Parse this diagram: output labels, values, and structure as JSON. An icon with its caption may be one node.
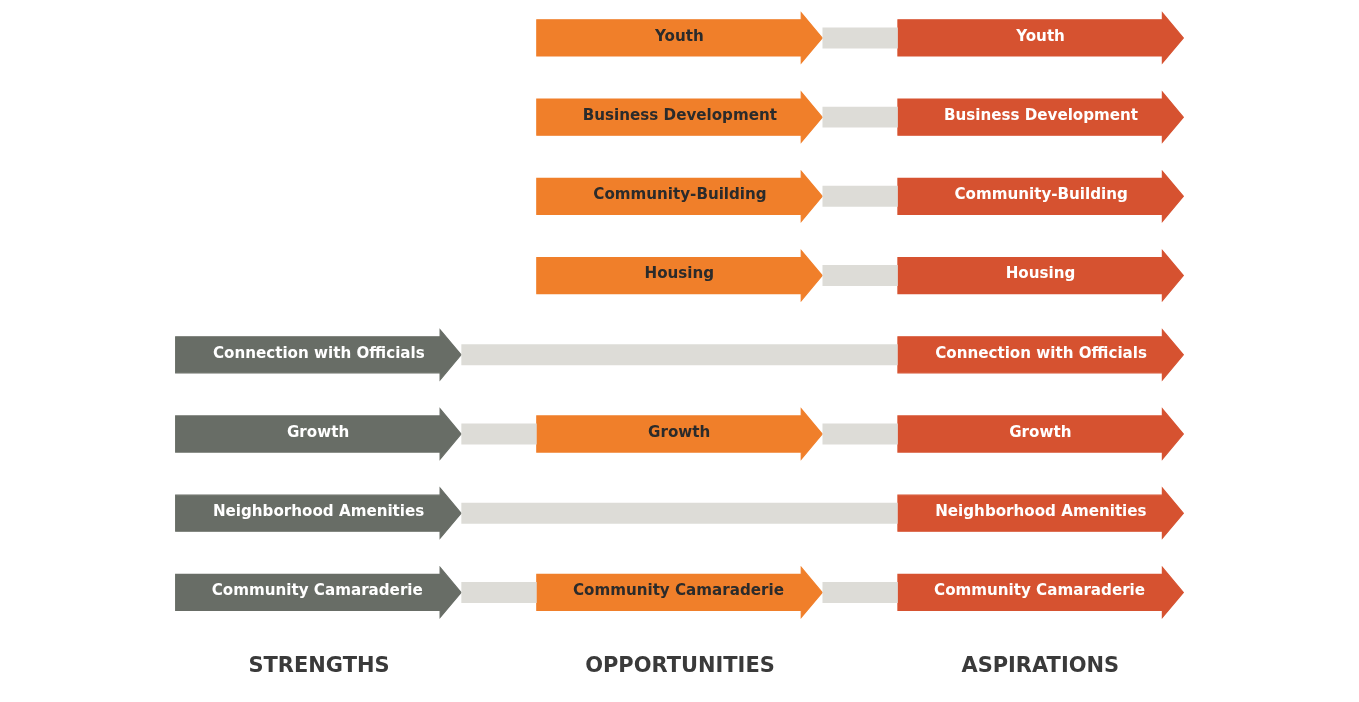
{
  "diagram": {
    "nodes": [
      {
        "text": [
          "Community Camaraderie"
        ]
      },
      {
        "text": [
          "Community Camaraderie"
        ]
      },
      {
        "text": [
          "Community Camaraderie"
        ]
      },
      {
        "text": [
          "Neighborhood Amenities"
        ]
      },
      {
        "text": [
          "Neighborhood Amenities"
        ]
      },
      {
        "text": [
          "Growth"
        ]
      },
      {
        "text": [
          "Growth"
        ]
      },
      {
        "text": [
          "Growth"
        ]
      },
      {
        "text": [
          "Connection with Officials"
        ]
      },
      {
        "text": [
          "Connection with Officials"
        ]
      },
      {
        "text": [
          "Housing"
        ]
      },
      {
        "text": [
          "Housing"
        ]
      },
      {
        "text": [
          "Community-Building"
        ]
      },
      {
        "text": [
          "Community-Building"
        ]
      },
      {
        "text": [
          "Business Development"
        ]
      },
      {
        "text": [
          "Business Development"
        ]
      },
      {
        "text": [
          "Youth"
        ]
      },
      {
        "text": [
          "Youth"
        ]
      }
    ],
    "edges": [
      {
        "from": 0,
        "to": 1,
        "arrow": "none"
      },
      {
        "from": 1,
        "to": 2,
        "arrow": "none"
      },
      {
        "from": 3,
        "to": 4,
        "arrow": "none"
      },
      {
        "from": 5,
        "to": 6,
        "arrow": "none"
      },
      {
        "from": 6,
        "to": 7,
        "arrow": "none"
      },
      {
        "from": 8,
        "to": 9,
        "arrow": "none"
      },
      {
        "from": 10,
        "to": 11,
        "arrow": "none"
      },
      {
        "from": 12,
        "to": 13,
        "arrow": "none"
      },
      {
        "from": 14,
        "to": 15,
        "arrow": "none"
      },
      {
        "from": 16,
        "to": 17,
        "arrow": "none"
      }
    ],
    "labels": [
      "STRENGTHS",
      "OPPORTUNITIES",
      "ASPIRATIONS"
    ]
  }
}
